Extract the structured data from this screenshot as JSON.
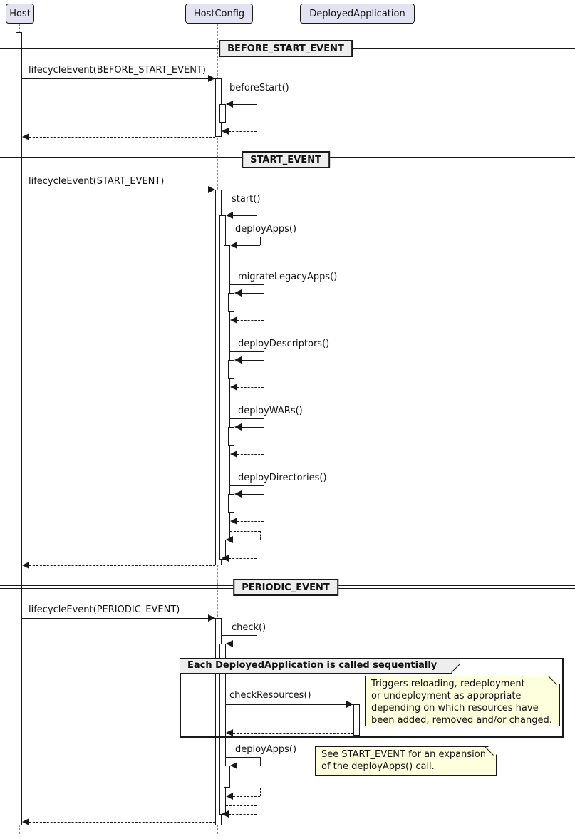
{
  "colors": {
    "ink": "#181818",
    "participant_fill": "#E2E2F0",
    "divider_fill": "#EEEEEE",
    "group_header_fill": "#EEEEEE",
    "note_fill": "#FEFFDD",
    "lifeline": "#8a8a8a",
    "background": "#FFFFFF"
  },
  "diagram": {
    "participants": [
      {
        "name": "Host"
      },
      {
        "name": "HostConfig"
      },
      {
        "name": "DeployedApplication"
      }
    ],
    "sections": [
      {
        "title": "BEFORE_START_EVENT",
        "messages": [
          {
            "label": "lifecycleEvent(BEFORE_START_EVENT)"
          },
          {
            "label": "beforeStart()"
          }
        ]
      },
      {
        "title": "START_EVENT",
        "messages": [
          {
            "label": "lifecycleEvent(START_EVENT)"
          },
          {
            "label": "start()"
          },
          {
            "label": "deployApps()"
          },
          {
            "label": "migrateLegacyApps()"
          },
          {
            "label": "deployDescriptors()"
          },
          {
            "label": "deployWARs()"
          },
          {
            "label": "deployDirectories()"
          }
        ]
      },
      {
        "title": "PERIODIC_EVENT",
        "messages": [
          {
            "label": "lifecycleEvent(PERIODIC_EVENT)"
          },
          {
            "label": "check()"
          },
          {
            "label": "checkResources()"
          },
          {
            "label": "deployApps()"
          }
        ],
        "group": {
          "label": "Each DeployedApplication is called sequentially"
        },
        "notes": [
          {
            "lines": [
              "Triggers reloading, redeployment",
              "or undeployment as appropriate",
              "depending on which resources have",
              "been added, removed and/or changed."
            ]
          },
          {
            "lines": [
              "See START_EVENT for an expansion",
              "of the deployApps() call."
            ]
          }
        ]
      }
    ]
  }
}
